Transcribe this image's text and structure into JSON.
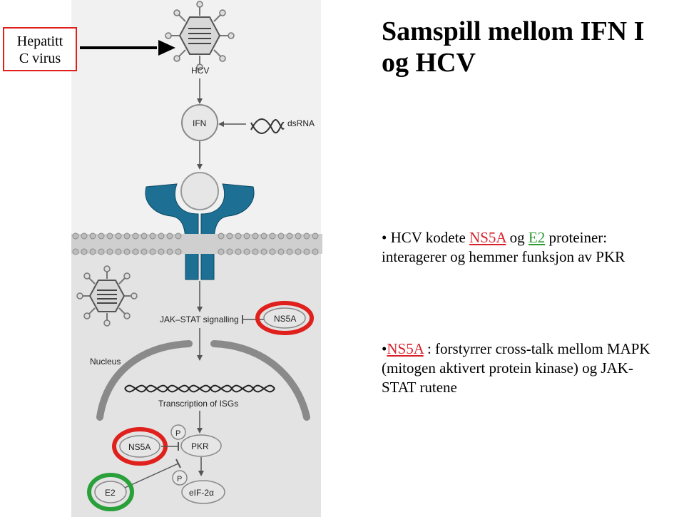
{
  "side_label": {
    "line1": "Hepatitt",
    "line2": "C virus"
  },
  "title": {
    "line1": "Samspill mellom IFN I",
    "line2": "og HCV"
  },
  "bullet1": {
    "prefix": "• HCV kodete ",
    "ns5a": "NS5A",
    "og": " og ",
    "e2": "E2",
    "suffix": " proteiner:",
    "line2": "interagerer og hemmer funksjon av PKR"
  },
  "bullet2": {
    "prefix": "•",
    "ns5a": "NS5A",
    "text1": " : forstyrrer cross-talk mellom MAPK",
    "line2": "(mitogen aktivert protein kinase) og JAK-",
    "line3": "STAT rutene"
  },
  "diagram": {
    "hcv": "HCV",
    "ifn": "IFN",
    "dsrna": "dsRNA",
    "jakstat": "JAK–STAT signalling",
    "ns5a": "NS5A",
    "nucleus": "Nucleus",
    "transcription": "Transcription of ISGs",
    "pkr": "PKR",
    "p": "P",
    "e2": "E2",
    "eif": "eIF-2α"
  },
  "colors": {
    "receptor": "#1d6f94",
    "highlight_red": "#e0201c",
    "highlight_green": "#2aa03a",
    "membrane": "#c9c9c9"
  }
}
